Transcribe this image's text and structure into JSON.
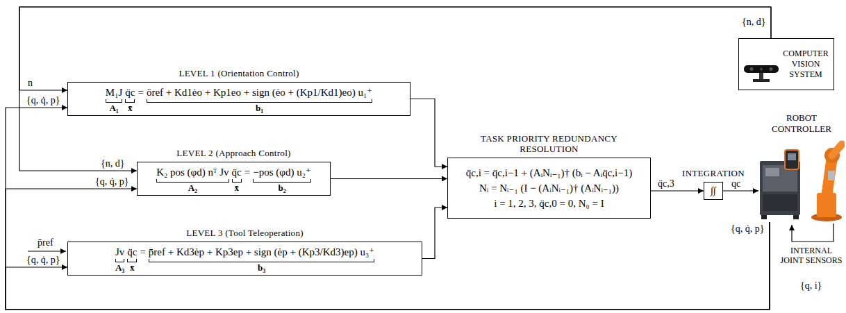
{
  "diagram": {
    "nodes": [
      {
        "text": [
          "LEVEL 1 (Orientation Control)",
          "M₁J",
          "A₁",
          "q̈c",
          "x̄",
          "=",
          "öref + Kd1ėo + Kp1eo + sign (ėo + (Kp1/Kd1)eo) u₁⁺",
          "b₁"
        ]
      },
      {
        "text": [
          "LEVEL 2 (Approach Control)",
          "K₂ pos (φd) nᵀ Jv",
          "A₂",
          "q̈c",
          "x̄",
          "=",
          "−pos (φd) u₂⁺",
          "b₂"
        ]
      },
      {
        "text": [
          "LEVEL 3 (Tool Teleoperation)",
          "Jv",
          "A₃",
          "q̈c",
          "x̄",
          "=",
          "p̄̈ref + Kd3ėp + Kp3ep + sign (ėp + (Kp3/Kd3)ep) u₃⁺",
          "b₃"
        ]
      },
      {
        "text": [
          "TASK PRIORITY REDUNDANCY RESOLUTION",
          "q̈c,i = q̈c,i−1 + (AᵢNᵢ₋₁)† (bᵢ − Aᵢq̈c,i−1)",
          "Nᵢ = Nᵢ₋₁ (I − (AᵢNᵢ₋₁)† (AᵢNᵢ₋₁))",
          "i = 1, 2, 3, q̈c,0 = 0, N₀ = I"
        ]
      },
      {
        "text": [
          "INTEGRATION",
          "∫∫"
        ]
      },
      {
        "text": [
          "COMPUTER VISION SYSTEM"
        ]
      },
      {
        "text": [
          "ROBOT CONTROLLER"
        ]
      }
    ],
    "edges": [
      {
        "from": 5,
        "to": 0,
        "arrow": "to",
        "label": "n"
      },
      {
        "from": 5,
        "to": 1,
        "arrow": "to",
        "label": "{n, d}"
      },
      {
        "from": 6,
        "to": 0,
        "arrow": "to",
        "label": "{q, q̇, p}"
      },
      {
        "from": 6,
        "to": 1,
        "arrow": "to",
        "label": "{q, q̇, p}"
      },
      {
        "from": 6,
        "to": 2,
        "arrow": "to",
        "label": "{q, q̇, p}"
      },
      {
        "from": 0,
        "to": 3,
        "arrow": "to"
      },
      {
        "from": 1,
        "to": 3,
        "arrow": "to"
      },
      {
        "from": 2,
        "to": 3,
        "arrow": "to"
      },
      {
        "from": 3,
        "to": 4,
        "arrow": "to",
        "label": "q̈c,3"
      },
      {
        "from": 4,
        "to": 6,
        "arrow": "to",
        "label": "qc"
      }
    ],
    "labels": [
      "{n, d}",
      "{q, q̇, p}",
      "p̄ref",
      "INTERNAL JOINT SENSORS",
      "{q, i}"
    ]
  }
}
